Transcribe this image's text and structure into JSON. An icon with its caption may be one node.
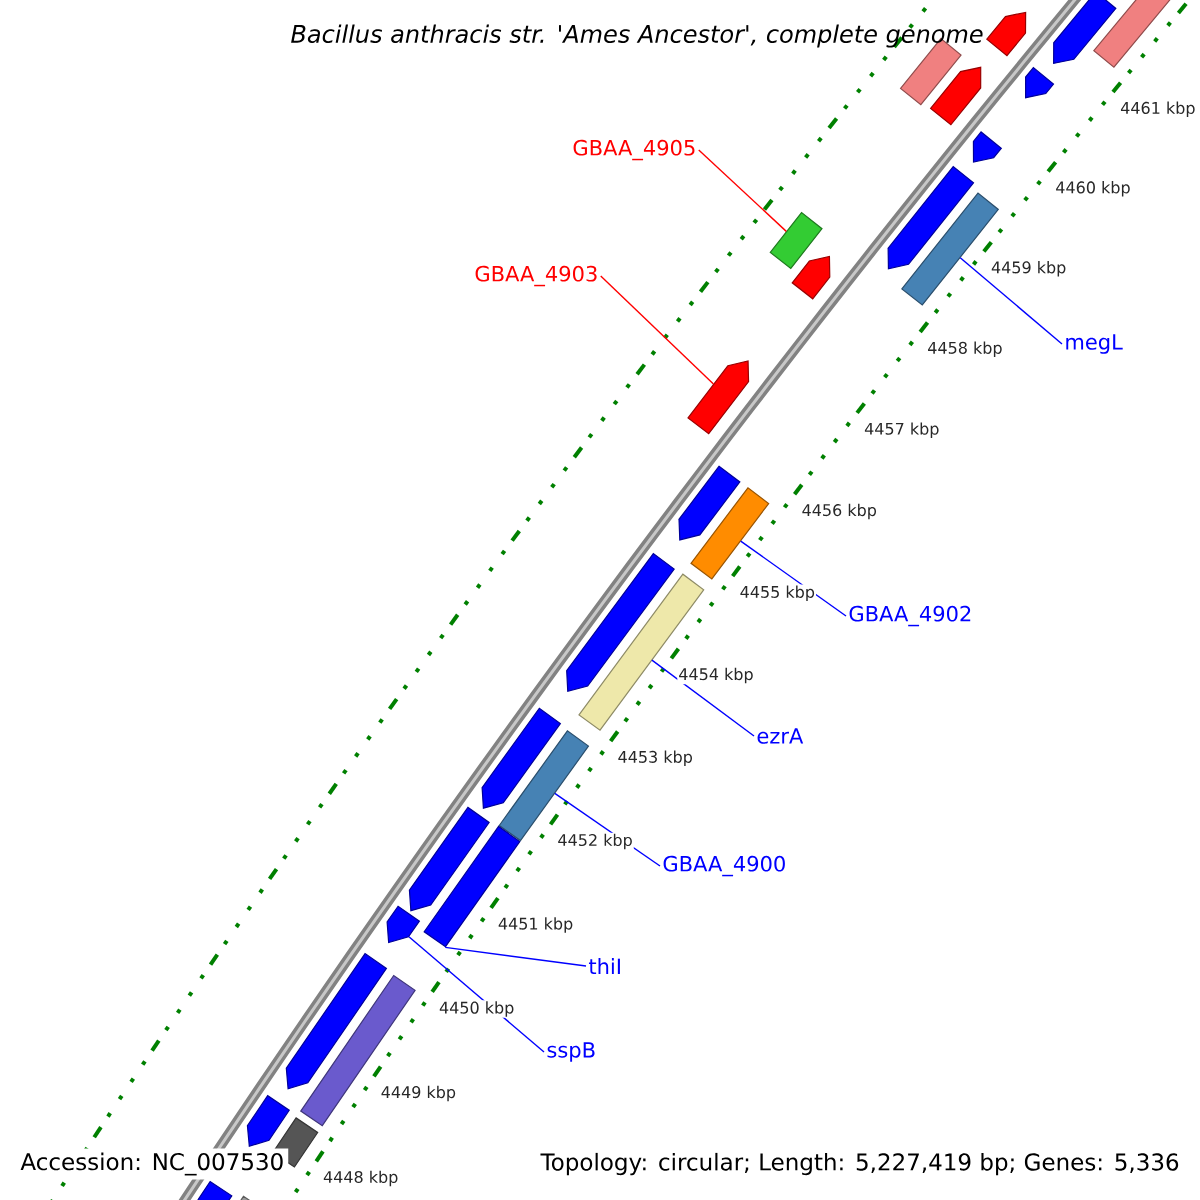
{
  "diagram": {
    "title": "Bacillus anthracis str. 'Ames Ancestor', complete genome",
    "nodes": [
      {
        "text": [
          "GBAA_4905"
        ]
      },
      {
        "text": [
          "GBAA_4903"
        ]
      },
      {
        "text": [
          "megL"
        ]
      },
      {
        "text": [
          "GBAA_4902"
        ]
      },
      {
        "text": [
          "ezrA"
        ]
      },
      {
        "text": [
          "GBAA_4900"
        ]
      },
      {
        "text": [
          "thiI"
        ]
      },
      {
        "text": [
          "sspB"
        ]
      },
      {
        "text": [],
        "shape": "bar"
      },
      {
        "text": [],
        "shape": "bar"
      },
      {
        "text": [],
        "shape": "bar"
      },
      {
        "text": [],
        "shape": "bar"
      },
      {
        "text": [],
        "shape": "bar"
      },
      {
        "text": [],
        "shape": "bar"
      },
      {
        "text": [],
        "shape": "bar"
      },
      {
        "text": [],
        "shape": "bar"
      },
      {
        "text": [],
        "shape": "bar"
      },
      {
        "text": [],
        "shape": "bar"
      },
      {
        "text": [],
        "shape": "bar"
      },
      {
        "text": [],
        "shape": "bar"
      },
      {
        "text": [],
        "shape": "bar"
      },
      {
        "text": [],
        "shape": "bar"
      },
      {
        "text": [],
        "shape": "bar"
      },
      {
        "text": [],
        "shape": "bar"
      },
      {
        "text": [],
        "shape": "bar"
      },
      {
        "text": [],
        "shape": "bar"
      },
      {
        "text": [],
        "shape": "bar"
      },
      {
        "text": [],
        "shape": "bar"
      },
      {
        "text": [],
        "shape": "bar"
      },
      {
        "text": [],
        "shape": "bar"
      },
      {
        "text": [],
        "shape": "bar"
      },
      {
        "text": [],
        "shape": "bar"
      },
      {
        "text": [],
        "shape": "bar"
      },
      {
        "text": [],
        "shape": "bar"
      },
      {
        "text": [],
        "shape": "bar"
      }
    ],
    "edges": [
      {
        "from": 0,
        "to": 16,
        "arrow": "none",
        "color": "#ff0000"
      },
      {
        "from": 1,
        "to": 19,
        "arrow": "none",
        "color": "#ff0000"
      },
      {
        "from": 2,
        "to": 17,
        "arrow": "none"
      },
      {
        "from": 3,
        "to": 21,
        "arrow": "none"
      },
      {
        "from": 4,
        "to": 23,
        "arrow": "none"
      },
      {
        "from": 5,
        "to": 25,
        "arrow": "none"
      },
      {
        "from": 6,
        "to": 27,
        "arrow": "none"
      },
      {
        "from": 7,
        "to": 28,
        "arrow": "none"
      }
    ],
    "labels": [
      "4461 kbp",
      "4460 kbp",
      "4459 kbp",
      "4458 kbp",
      "4457 kbp",
      "4456 kbp",
      "4455 kbp",
      "4454 kbp",
      "4453 kbp",
      "4452 kbp",
      "4451 kbp",
      "4450 kbp",
      "4449 kbp",
      "4448 kbp",
      "Accession: NC_007530",
      "Topology: circular; Length: 5,227,419 bp; Genes: 5,336"
    ]
  }
}
